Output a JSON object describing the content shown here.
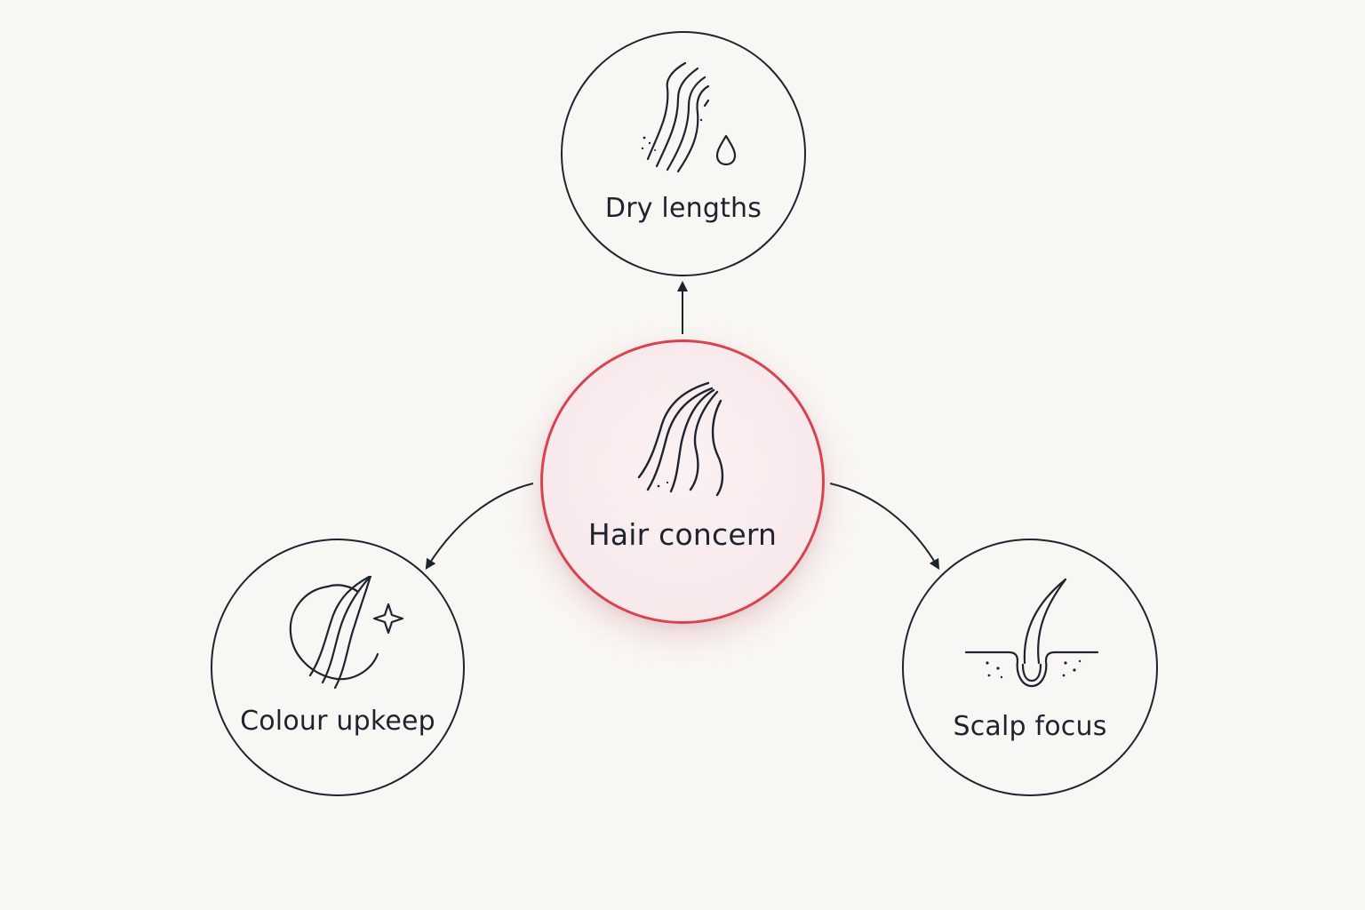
{
  "diagram": {
    "center": {
      "label": "Hair concern",
      "icon": "hair-strands-icon"
    },
    "nodes": [
      {
        "id": "top",
        "label": "Dry lengths",
        "icon": "hair-droplet-icon"
      },
      {
        "id": "left",
        "label": "Colour upkeep",
        "icon": "hair-sparkle-icon"
      },
      {
        "id": "right",
        "label": "Scalp focus",
        "icon": "hair-follicle-icon"
      }
    ],
    "colors": {
      "accent": "#d9434f",
      "ink": "#1d2430",
      "background": "#f9f7f4",
      "center_fill": "#f8e9eb"
    }
  }
}
